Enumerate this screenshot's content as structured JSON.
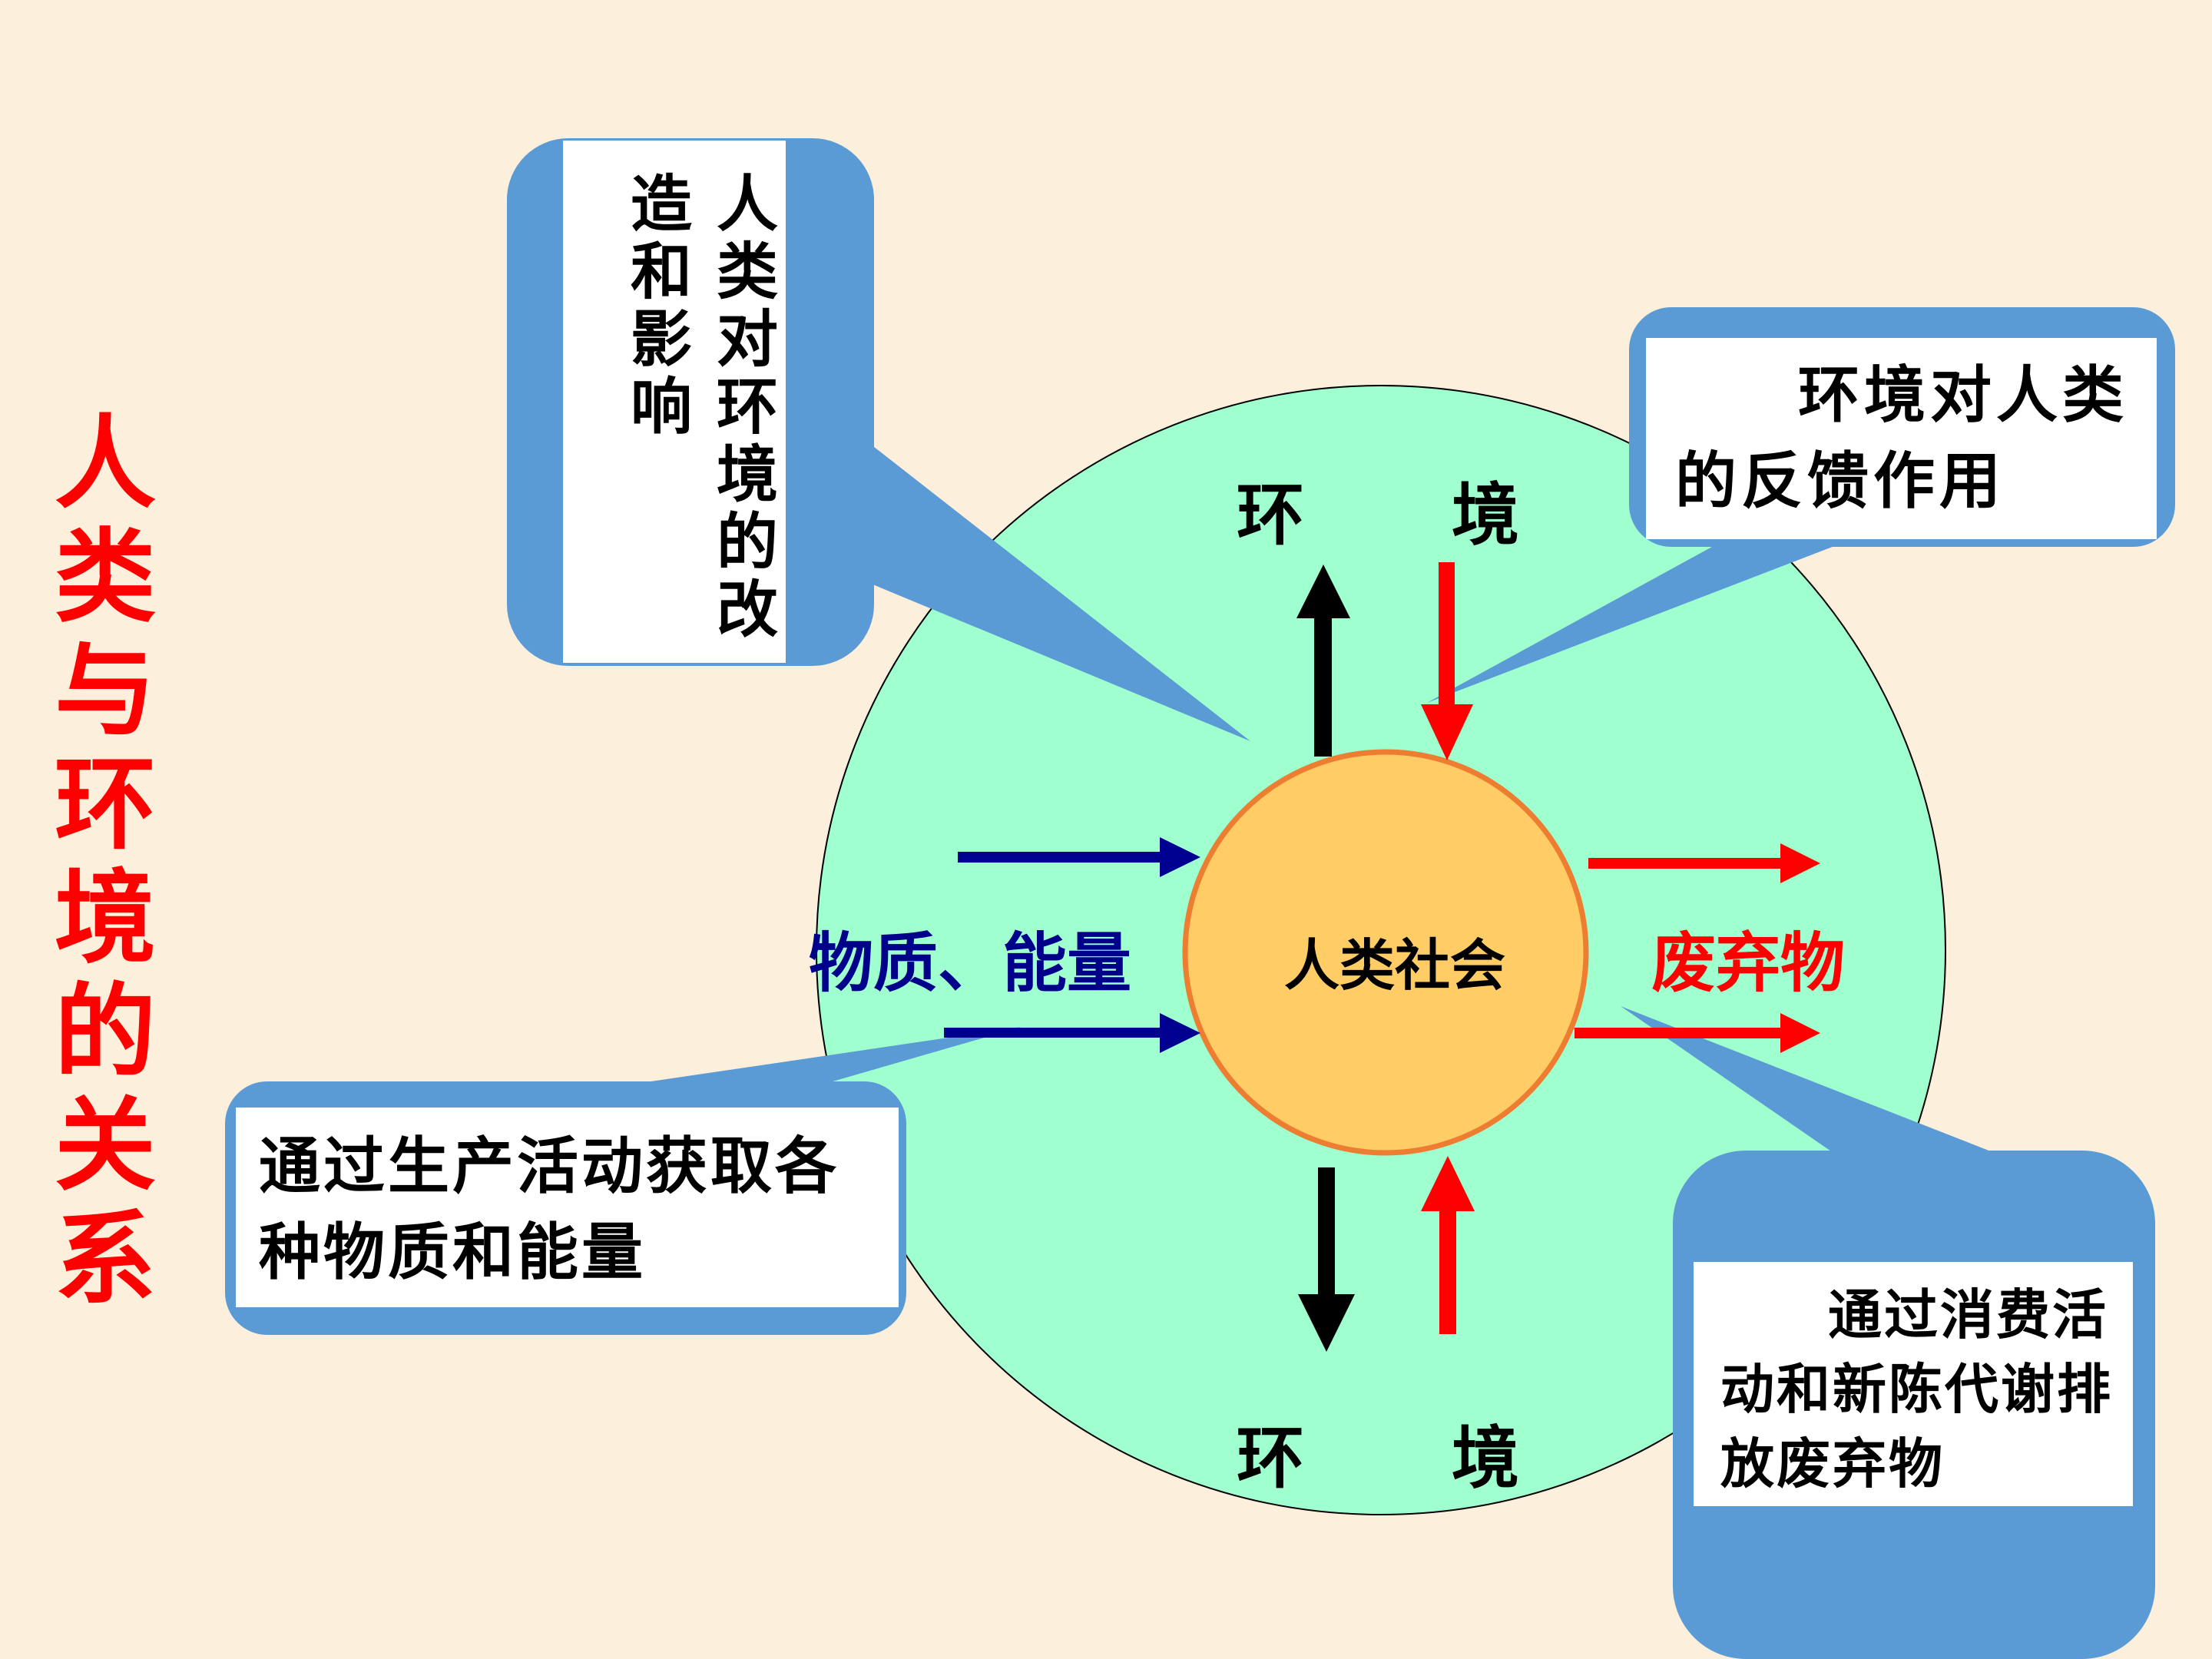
{
  "title": "人类与环境的关系",
  "center": "人类社会",
  "environment_top": [
    "环",
    "境"
  ],
  "environment_bottom": [
    "环",
    "境"
  ],
  "input_label": "物质、能量",
  "output_label": "废弃物",
  "callouts": {
    "human_impact": "人类对环境的改造和影响",
    "feedback": "环境对人类的反馈作用",
    "acquire": "通过生产活动获取各种物质和能量",
    "discharge": "通过消费活动和新陈代谢排放废弃物"
  },
  "colors": {
    "background": "#fcefdc",
    "outer_circle": "#9fffcf",
    "inner_circle": "#ffcc66",
    "inner_circle_border": "#ed7d31",
    "callout_frame": "#5b9bd5",
    "title_red": "#ff0000",
    "arrow_blue": "#000090",
    "arrow_red": "#ff0000",
    "arrow_black": "#000000"
  }
}
